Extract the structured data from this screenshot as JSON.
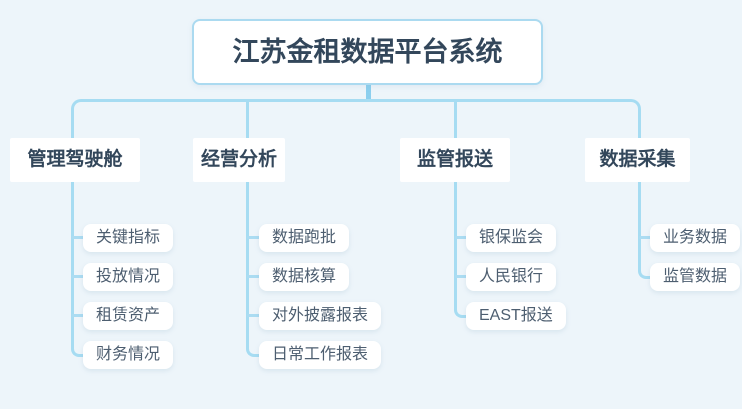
{
  "title": "江苏金租数据平台系统",
  "branches": [
    {
      "label": "管理驾驶舱",
      "children": [
        "关键指标",
        "投放情况",
        "租赁资产",
        "财务情况"
      ]
    },
    {
      "label": "经营分析",
      "children": [
        "数据跑批",
        "数据核算",
        "对外披露报表",
        "日常工作报表"
      ]
    },
    {
      "label": "监管报送",
      "children": [
        "银保监会",
        "人民银行",
        "EAST报送"
      ]
    },
    {
      "label": "数据采集",
      "children": [
        "业务数据",
        "监管数据"
      ]
    }
  ],
  "colors": {
    "background": "#edf5fa",
    "connector": "#a6dcf2",
    "connector_dark": "#8ccfee",
    "root_border": "#abdaf0",
    "node_background": "#ffffff",
    "heading_text": "#33475b",
    "child_text": "#4d5e70"
  }
}
